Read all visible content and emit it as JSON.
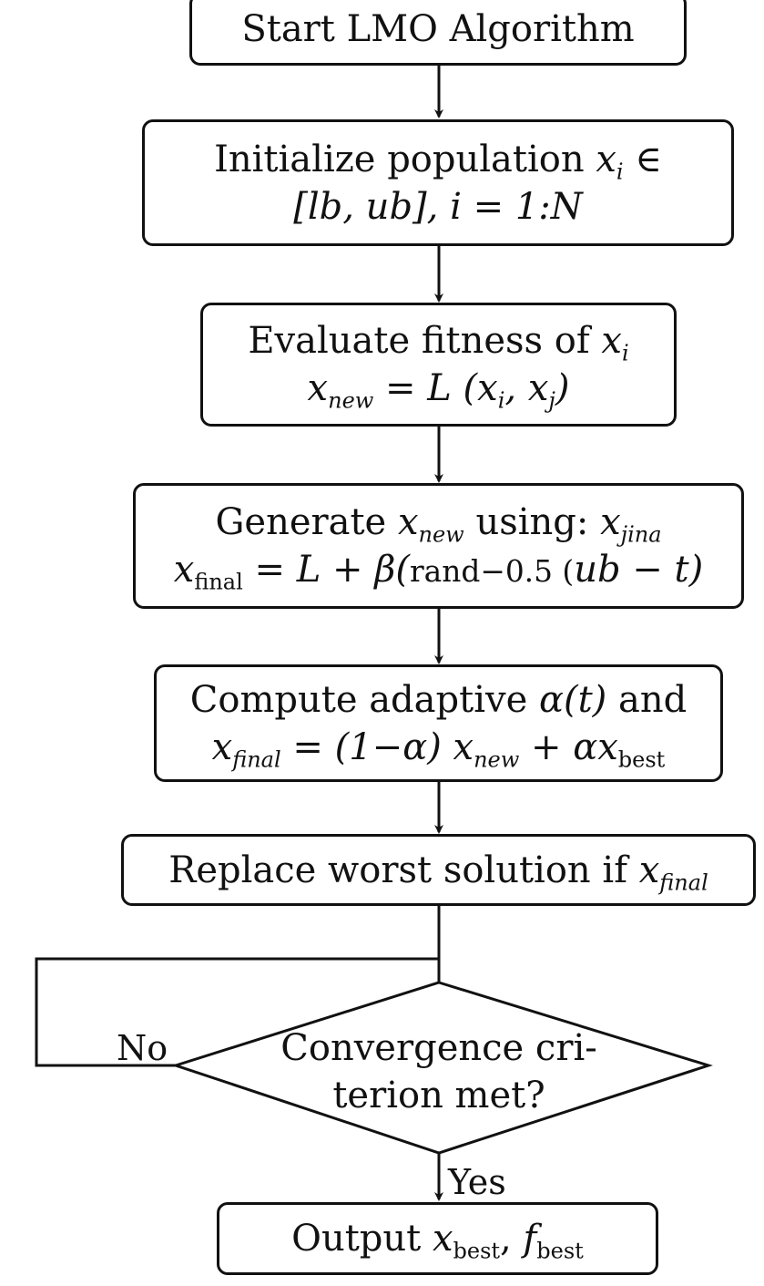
{
  "nodes": {
    "start": {
      "text": "Start LMO Algorithm"
    },
    "init": {
      "line1_text": "Initialize population",
      "line1_var": "x",
      "line1_sub": "i",
      "line1_sym": " ∈",
      "line2": "[lb, ub], i = 1:N"
    },
    "evaluate": {
      "line1_text": "Evaluate fitness of",
      "line1_var": "x",
      "line1_sub": "i",
      "line2_var": "x",
      "line2_sub": "new",
      "line2_rest": " = L (x",
      "line2_sub2": "i",
      "line2_mid": ", x",
      "line2_sub3": "j",
      "line2_end": ")"
    },
    "generate": {
      "line1_text": "Generate",
      "line1_var": "x",
      "line1_sub": "new",
      "line1_mid": "using:",
      "line1_var2": "x",
      "line1_sub2": "jina",
      "line2_var": "x",
      "line2_sub": "final",
      "line2_rest": " = L + β(",
      "line2_rand": "rand−0.5 (",
      "line2_end": "ub − t)"
    },
    "compute": {
      "line1_text": "Compute adaptive",
      "line1_math": "α(t)",
      "line1_end": "and",
      "line2_var": "x",
      "line2_sub": "final",
      "line2_rest": " = (1−α) x",
      "line2_sub2": "new",
      "line2_mid": " + αx",
      "line2_sub3": "best"
    },
    "replace": {
      "text": "Replace worst solution if",
      "var": "x",
      "var_sub": "final"
    },
    "decision": {
      "line1": "Convergence cri-",
      "line2": "terion met?"
    },
    "output": {
      "text": "Output",
      "var1": "x",
      "sub1": "best",
      "sep": ",",
      "var2": "f",
      "sub2": "best"
    }
  },
  "edges": {
    "no_label": "No",
    "yes_label": "Yes"
  }
}
